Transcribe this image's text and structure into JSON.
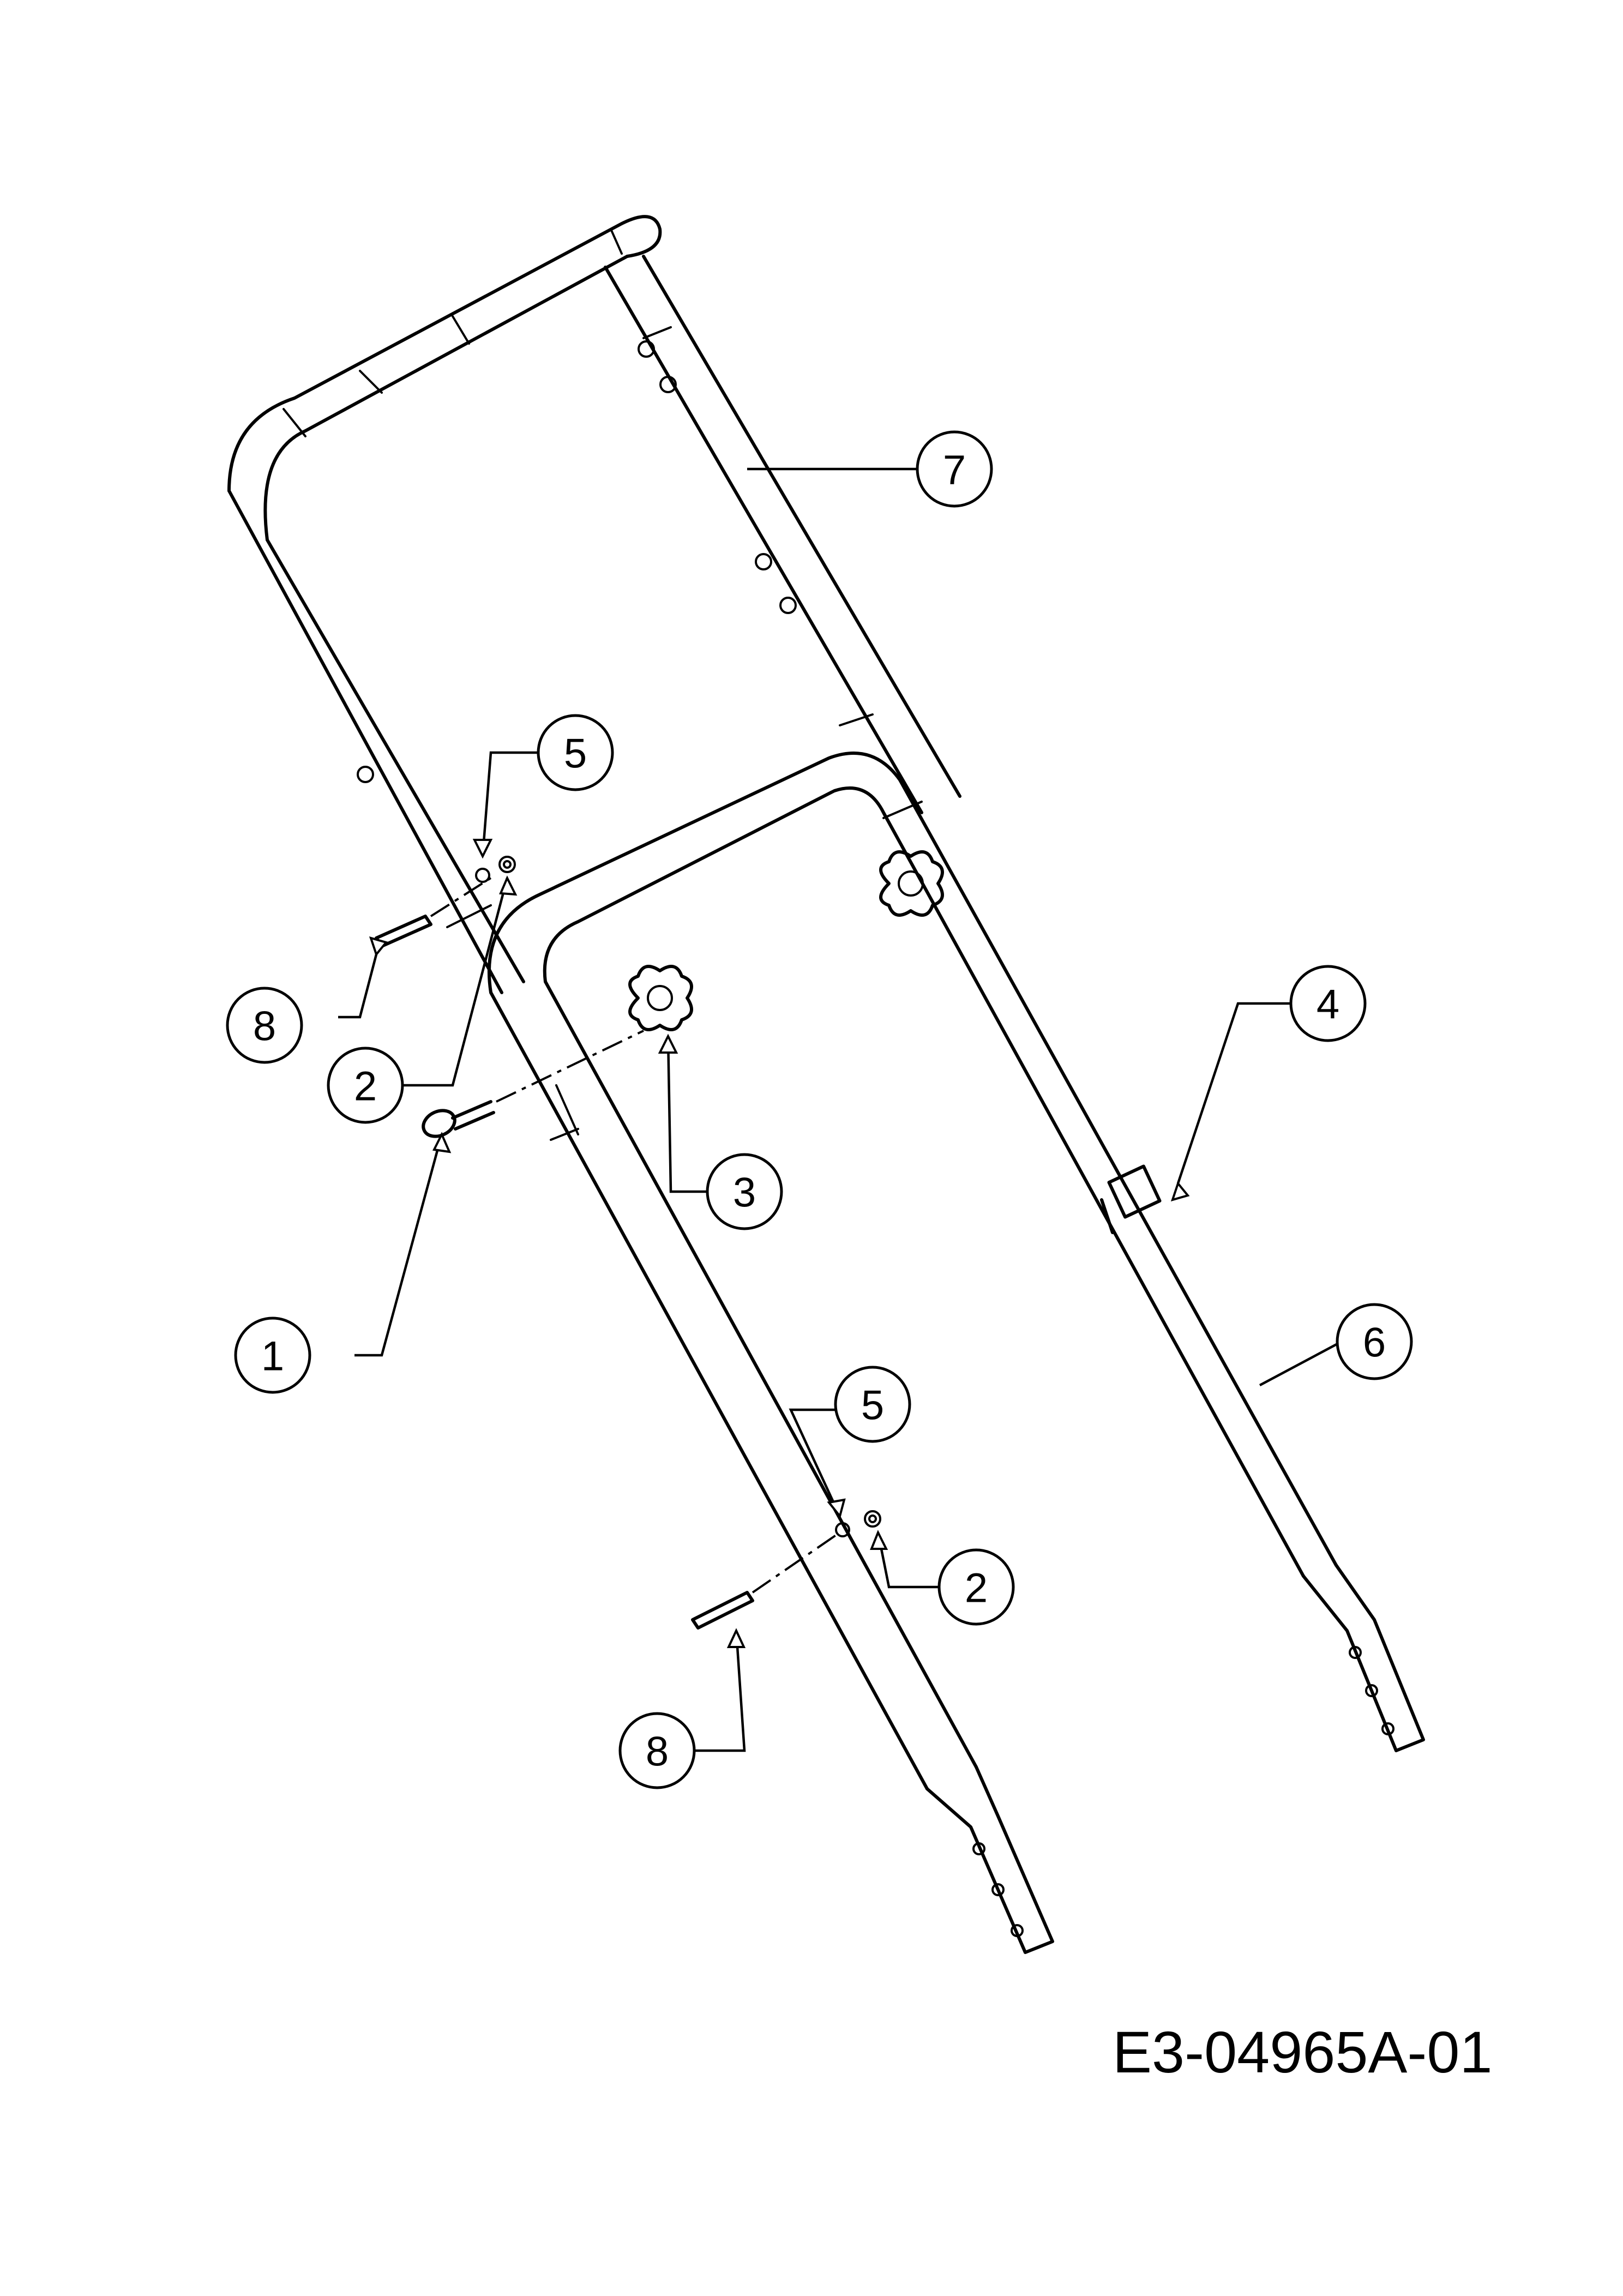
{
  "drawing_number": "E3-04965A-01",
  "callouts": {
    "c1": "1",
    "c2a": "2",
    "c2b": "2",
    "c3": "3",
    "c4": "4",
    "c5a": "5",
    "c5b": "5",
    "c6": "6",
    "c7": "7",
    "c8a": "8",
    "c8b": "8"
  }
}
